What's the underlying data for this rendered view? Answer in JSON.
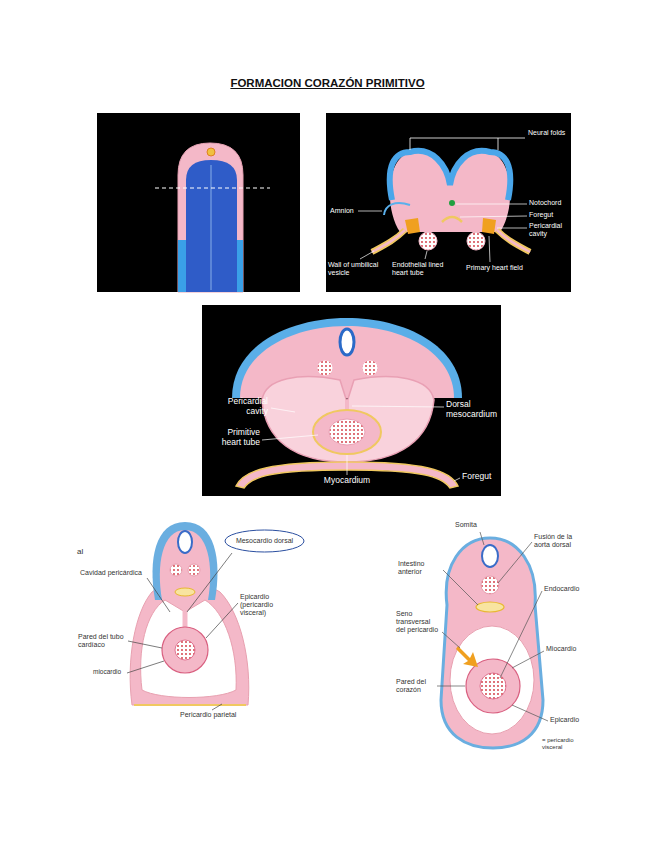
{
  "diagram": {
    "title": "FORMACION CORAZÓN PRIMITIVO",
    "nodes": [
      {
        "text": [
          "Mesocardio dorsal"
        ]
      }
    ],
    "labels": [
      "Neural folds",
      "Notochord",
      "Amnion",
      "Foregut",
      "Pericardial cavity",
      "Wall of umbilical vesicle",
      "Endothelial lined heart tube",
      "Primary heart field",
      "Pericardial cavity",
      "Dorsal mesocardium",
      "Primitive heart tube",
      "Myocardium",
      "Foregut",
      "al",
      "Cavidad pericárdica",
      "Epicardio (pericardio visceral)",
      "Pared del tubo cardíaco",
      "miocardio",
      "Pericardio parietal",
      "Somita",
      "Fusión de la aorta dorsal",
      "Intestino anterior",
      "Endocardio",
      "Seno transversal del pericardio",
      "Miocardio",
      "Pared del corazón",
      "Epicardio",
      "= pericardio visceral"
    ]
  }
}
